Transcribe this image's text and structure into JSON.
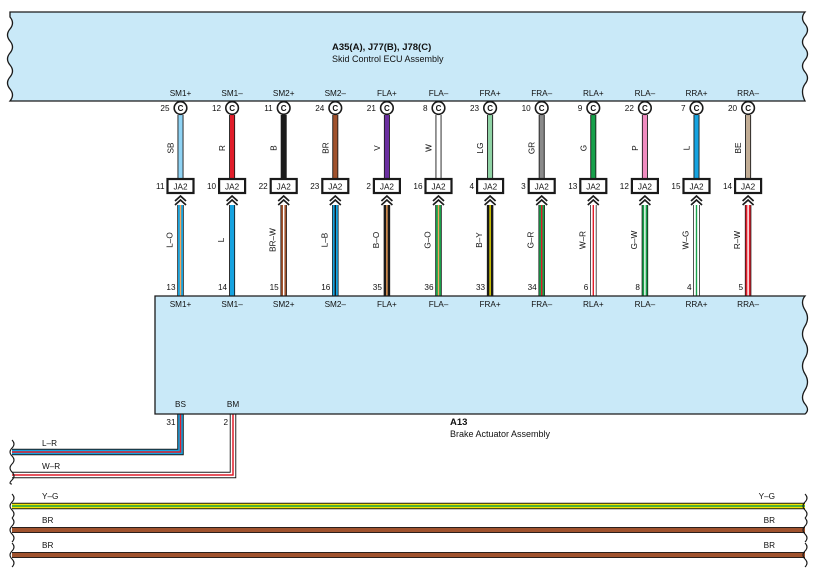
{
  "ecu": {
    "title": "A35(A), J77(B), J78(C)",
    "subtitle": "Skid Control ECU Assembly",
    "connector_code": "C"
  },
  "actuator": {
    "title": "A13",
    "subtitle": "Brake Actuator Assembly"
  },
  "junction_label": "JA2",
  "colors": {
    "box_fill": "#c9e9f8",
    "box_stroke": "#1a1a1a",
    "SB": "#8fd3f4",
    "R": "#e11d2a",
    "B": "#1a1a1a",
    "BR": "#a0522d",
    "V": "#6b2fa0",
    "W": "#ffffff",
    "LG": "#8fd3a5",
    "GR": "#8a8a8a",
    "G": "#17a04a",
    "P": "#f08cc0",
    "L": "#16a3e0",
    "BE": "#c2ad95",
    "O": "#f5a45a",
    "Y": "#f2e400"
  },
  "channels": [
    {
      "ecu_pin_label": "SM1+",
      "ecu_pin_num": "25",
      "upper_wire": "SB",
      "upper_colors": [
        "SB"
      ],
      "ja2_num": "11",
      "lower_wire": "L–O",
      "lower_colors": [
        "L",
        "O"
      ],
      "act_pin_num": "13",
      "act_pin_label": "SM1+"
    },
    {
      "ecu_pin_label": "SM1–",
      "ecu_pin_num": "12",
      "upper_wire": "R",
      "upper_colors": [
        "R"
      ],
      "ja2_num": "10",
      "lower_wire": "L",
      "lower_colors": [
        "L"
      ],
      "act_pin_num": "14",
      "act_pin_label": "SM1–"
    },
    {
      "ecu_pin_label": "SM2+",
      "ecu_pin_num": "11",
      "upper_wire": "B",
      "upper_colors": [
        "B"
      ],
      "ja2_num": "22",
      "lower_wire": "BR–W",
      "lower_colors": [
        "BR",
        "W"
      ],
      "act_pin_num": "15",
      "act_pin_label": "SM2+"
    },
    {
      "ecu_pin_label": "SM2–",
      "ecu_pin_num": "24",
      "upper_wire": "BR",
      "upper_colors": [
        "BR"
      ],
      "ja2_num": "23",
      "lower_wire": "L–B",
      "lower_colors": [
        "L",
        "B"
      ],
      "act_pin_num": "16",
      "act_pin_label": "SM2–"
    },
    {
      "ecu_pin_label": "FLA+",
      "ecu_pin_num": "21",
      "upper_wire": "V",
      "upper_colors": [
        "V"
      ],
      "ja2_num": "2",
      "lower_wire": "B–O",
      "lower_colors": [
        "B",
        "O"
      ],
      "act_pin_num": "35",
      "act_pin_label": "FLA+"
    },
    {
      "ecu_pin_label": "FLA–",
      "ecu_pin_num": "8",
      "upper_wire": "W",
      "upper_colors": [
        "W"
      ],
      "ja2_num": "16",
      "lower_wire": "G–O",
      "lower_colors": [
        "G",
        "O"
      ],
      "act_pin_num": "36",
      "act_pin_label": "FLA–"
    },
    {
      "ecu_pin_label": "FRA+",
      "ecu_pin_num": "23",
      "upper_wire": "LG",
      "upper_colors": [
        "LG"
      ],
      "ja2_num": "4",
      "lower_wire": "B–Y",
      "lower_colors": [
        "B",
        "Y"
      ],
      "act_pin_num": "33",
      "act_pin_label": "FRA+"
    },
    {
      "ecu_pin_label": "FRA–",
      "ecu_pin_num": "10",
      "upper_wire": "GR",
      "upper_colors": [
        "GR"
      ],
      "ja2_num": "3",
      "lower_wire": "G–R",
      "lower_colors": [
        "G",
        "R"
      ],
      "act_pin_num": "34",
      "act_pin_label": "FRA–"
    },
    {
      "ecu_pin_label": "RLA+",
      "ecu_pin_num": "9",
      "upper_wire": "G",
      "upper_colors": [
        "G"
      ],
      "ja2_num": "13",
      "lower_wire": "W–R",
      "lower_colors": [
        "W",
        "R"
      ],
      "act_pin_num": "6",
      "act_pin_label": "RLA+"
    },
    {
      "ecu_pin_label": "RLA–",
      "ecu_pin_num": "22",
      "upper_wire": "P",
      "upper_colors": [
        "P"
      ],
      "ja2_num": "12",
      "lower_wire": "G–W",
      "lower_colors": [
        "G",
        "W"
      ],
      "act_pin_num": "8",
      "act_pin_label": "RLA–"
    },
    {
      "ecu_pin_label": "RRA+",
      "ecu_pin_num": "7",
      "upper_wire": "L",
      "upper_colors": [
        "L"
      ],
      "ja2_num": "15",
      "lower_wire": "W–G",
      "lower_colors": [
        "W",
        "G"
      ],
      "act_pin_num": "4",
      "act_pin_label": "RRA+"
    },
    {
      "ecu_pin_label": "RRA–",
      "ecu_pin_num": "20",
      "upper_wire": "BE",
      "upper_colors": [
        "BE"
      ],
      "ja2_num": "14",
      "lower_wire": "R–W",
      "lower_colors": [
        "R",
        "W"
      ],
      "act_pin_num": "5",
      "act_pin_label": "RRA–"
    }
  ],
  "actuator_outputs": [
    {
      "pin_label": "BS",
      "pin_num": "31",
      "wire": "L–R",
      "colors": [
        "L",
        "R"
      ]
    },
    {
      "pin_label": "BM",
      "pin_num": "2",
      "wire": "W–R",
      "colors": [
        "W",
        "R"
      ]
    }
  ],
  "bus_wires": [
    {
      "left_label": "Y–G",
      "right_label": "Y–G",
      "colors": [
        "Y",
        "G"
      ]
    },
    {
      "left_label": "BR",
      "right_label": "BR",
      "colors": [
        "BR"
      ]
    },
    {
      "left_label": "BR",
      "right_label": "BR",
      "colors": [
        "BR"
      ]
    }
  ]
}
